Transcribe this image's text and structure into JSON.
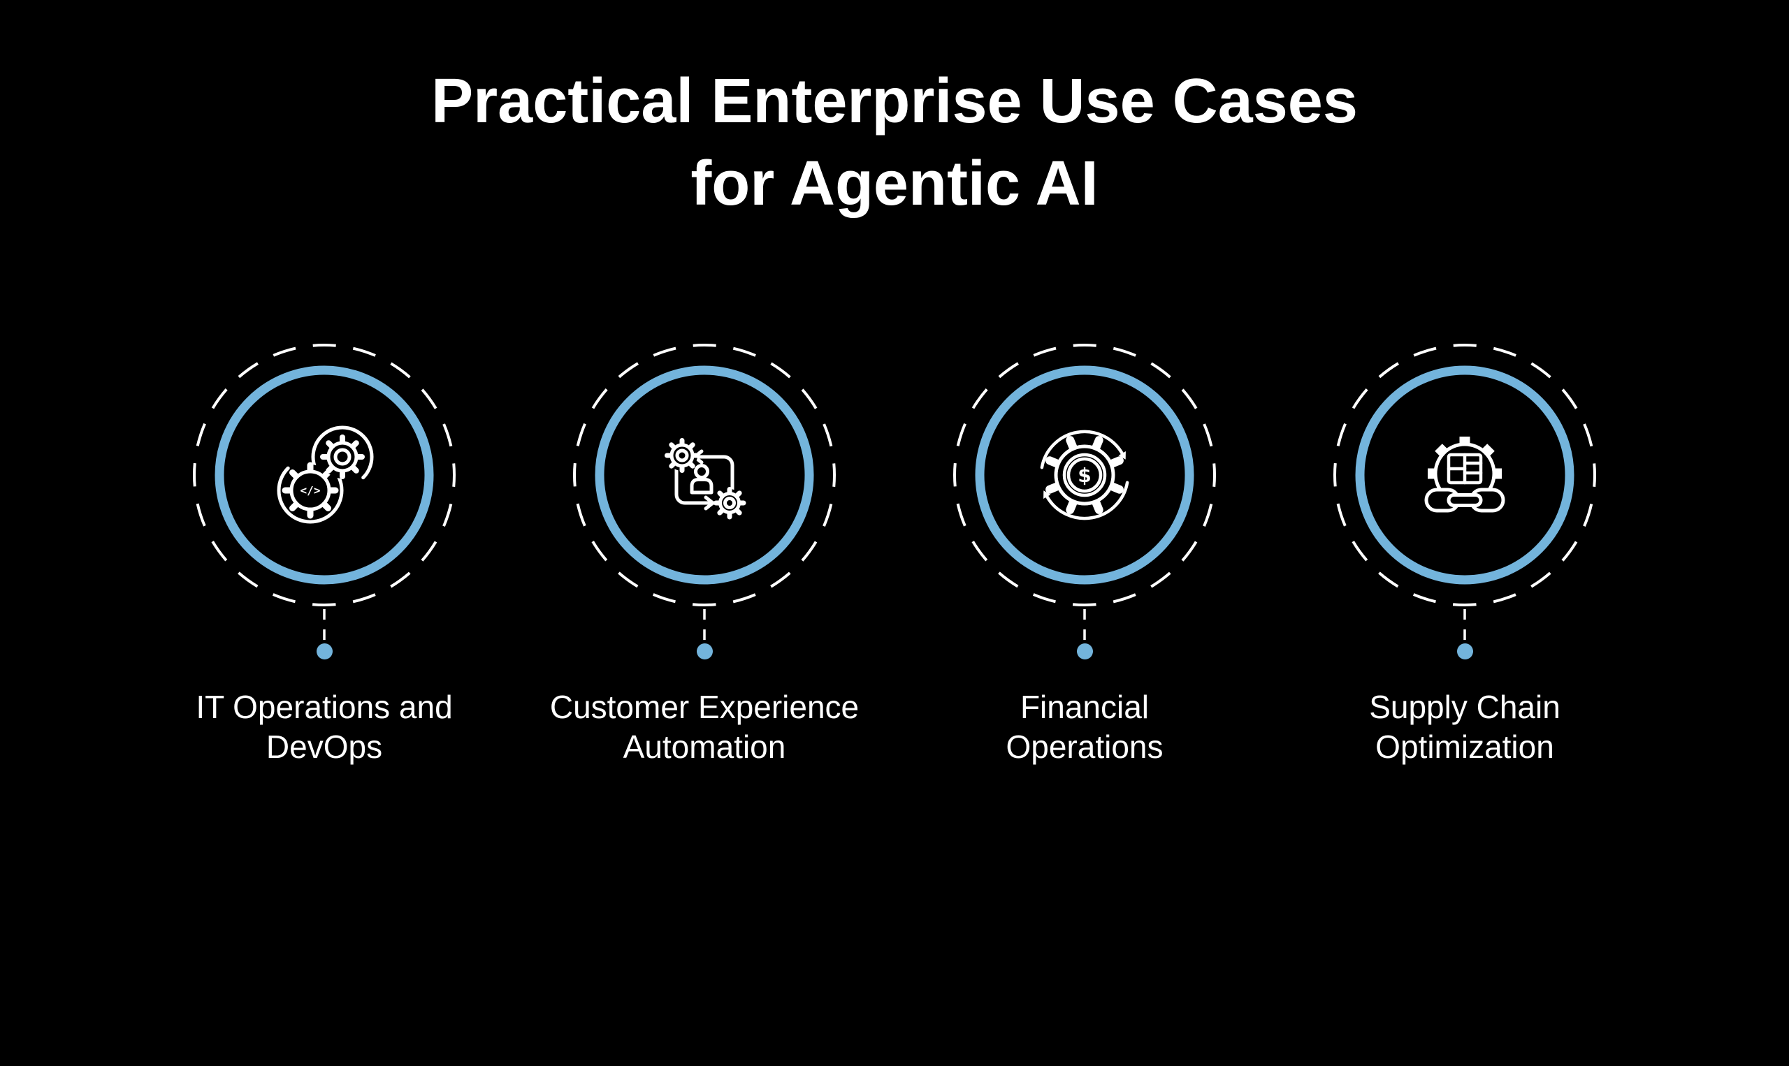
{
  "title": {
    "line1": "Practical Enterprise Use Cases",
    "line2": "for Agentic AI"
  },
  "colors": {
    "background": "#000000",
    "accent_blue": "#73B4DC",
    "icon_and_text": "#FFFFFF"
  },
  "use_cases": [
    {
      "icon": "devops-gears-icon",
      "label_line1": "IT Operations and",
      "label_line2": "DevOps"
    },
    {
      "icon": "customer-automation-icon",
      "label_line1": "Customer Experience",
      "label_line2": "Automation"
    },
    {
      "icon": "financial-gear-dollar-icon",
      "label_line1": "Financial",
      "label_line2": "Operations"
    },
    {
      "icon": "supply-chain-gear-chain-icon",
      "label_line1": "Supply Chain",
      "label_line2": "Optimization"
    }
  ],
  "icon_glyphs": {
    "code_symbol": "</>",
    "dollar_symbol": "$"
  }
}
